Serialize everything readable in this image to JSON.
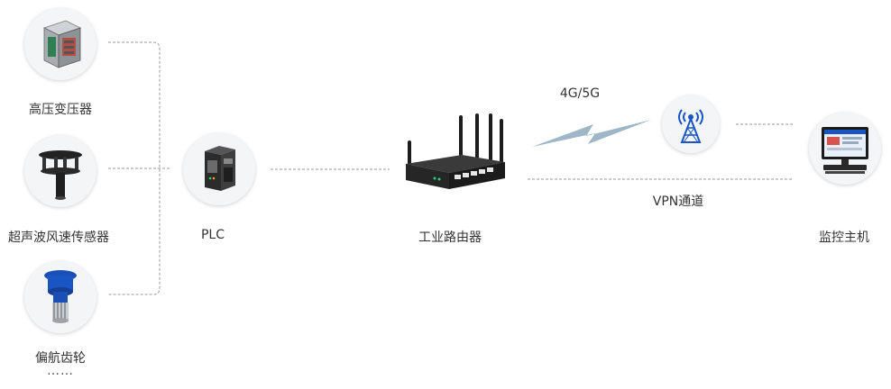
{
  "sensors": [
    {
      "label": "高压变压器",
      "icon": "transformer-icon"
    },
    {
      "label": "超声波风速传感器",
      "icon": "anemometer-icon"
    },
    {
      "label": "偏航齿轮",
      "icon": "yaw-gear-icon"
    }
  ],
  "more": "……",
  "plc": {
    "label": "PLC",
    "icon": "plc-icon"
  },
  "router": {
    "label": "工业路由器",
    "icon": "industrial-router-icon"
  },
  "wireless": {
    "label": "4G/5G",
    "icon": "lightning-link-icon"
  },
  "tower": {
    "icon": "cell-tower-icon"
  },
  "vpn": {
    "label": "VPN通道"
  },
  "host": {
    "label": "监控主机",
    "icon": "monitor-host-icon"
  },
  "colors": {
    "line": "#9a9a9a",
    "link": "#9eb6c6",
    "accent": "#1a4fb5"
  }
}
